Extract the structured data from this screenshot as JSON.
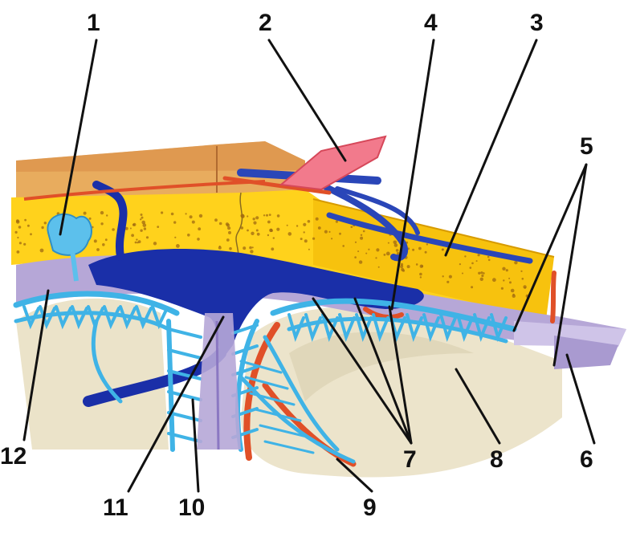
{
  "labels": {
    "l1": "1",
    "l2": "2",
    "l3": "3",
    "l4": "4",
    "l5": "5",
    "l6": "6",
    "l7": "7",
    "l8": "8",
    "l9": "9",
    "l10": "10",
    "l11": "11",
    "l12": "12"
  },
  "colors": {
    "skin": "#e8ad62",
    "bone": "#ffd21c",
    "dura": "#b5a6d6",
    "vein": "#1a2fa8",
    "arachnoid": "#3fb3e6",
    "artery": "#e05028",
    "brain": "#eae2c8"
  }
}
